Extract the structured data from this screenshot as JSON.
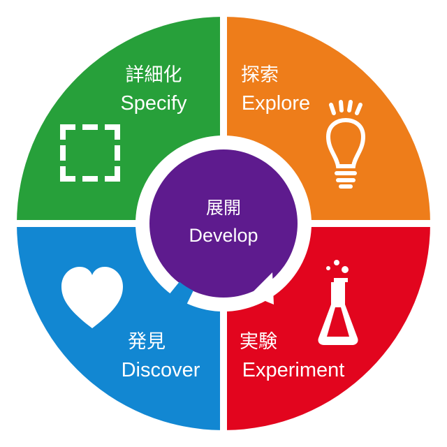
{
  "diagram": {
    "center": {
      "label_jp": "展開",
      "label_en": "Develop",
      "color": "#5E1B8E"
    },
    "quadrants": [
      {
        "id": "specify",
        "label_jp": "詳細化",
        "label_en": "Specify",
        "color": "#27A03A",
        "icon": "dashed-square-icon"
      },
      {
        "id": "explore",
        "label_jp": "探索",
        "label_en": "Explore",
        "color": "#EE7D1A",
        "icon": "lightbulb-icon"
      },
      {
        "id": "discover",
        "label_jp": "発見",
        "label_en": "Discover",
        "color": "#1287D2",
        "icon": "heart-icon"
      },
      {
        "id": "experiment",
        "label_jp": "実験",
        "label_en": "Experiment",
        "color": "#E2051E",
        "icon": "flask-icon"
      }
    ],
    "ring_color": "#ffffff"
  }
}
